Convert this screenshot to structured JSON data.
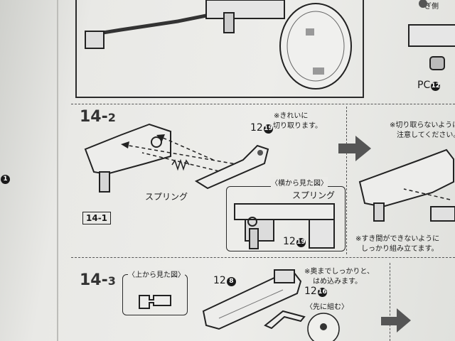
{
  "header": {
    "top_right_fragment": "ぎ側"
  },
  "top_section": {
    "label_pc": "PC",
    "label_pc_num": "12"
  },
  "step_14_2": {
    "step_main": "14-",
    "step_sub": "2",
    "note_clean_line1": "※きれいに",
    "note_clean_line2": "切り取ります。",
    "part_main": "12",
    "part_main_num": "19",
    "label_spring": "スプリング",
    "side_view_title": "〈横から見た図〉",
    "side_view_spring": "スプリング",
    "side_view_part": "12",
    "side_view_part_num": "19",
    "ref_box": "14-1",
    "right_note_line1": "※切り取らないように",
    "right_note_line2": "注意してください。",
    "right_note2_line1": "※すき間ができないように",
    "right_note2_line2": "しっかり組み立てます。"
  },
  "step_14_3": {
    "step_main": "14-",
    "step_sub": "3",
    "top_view_title": "〈上から見た図〉",
    "part_a": "12",
    "part_a_num": "8",
    "note_line1": "※奥までしっかりと、",
    "note_line2": "はめ込みます。",
    "part_b": "12",
    "part_b_num": "16",
    "first_assemble": "〈先に組む〉"
  },
  "left_margin": {
    "fragment_num": "1"
  }
}
